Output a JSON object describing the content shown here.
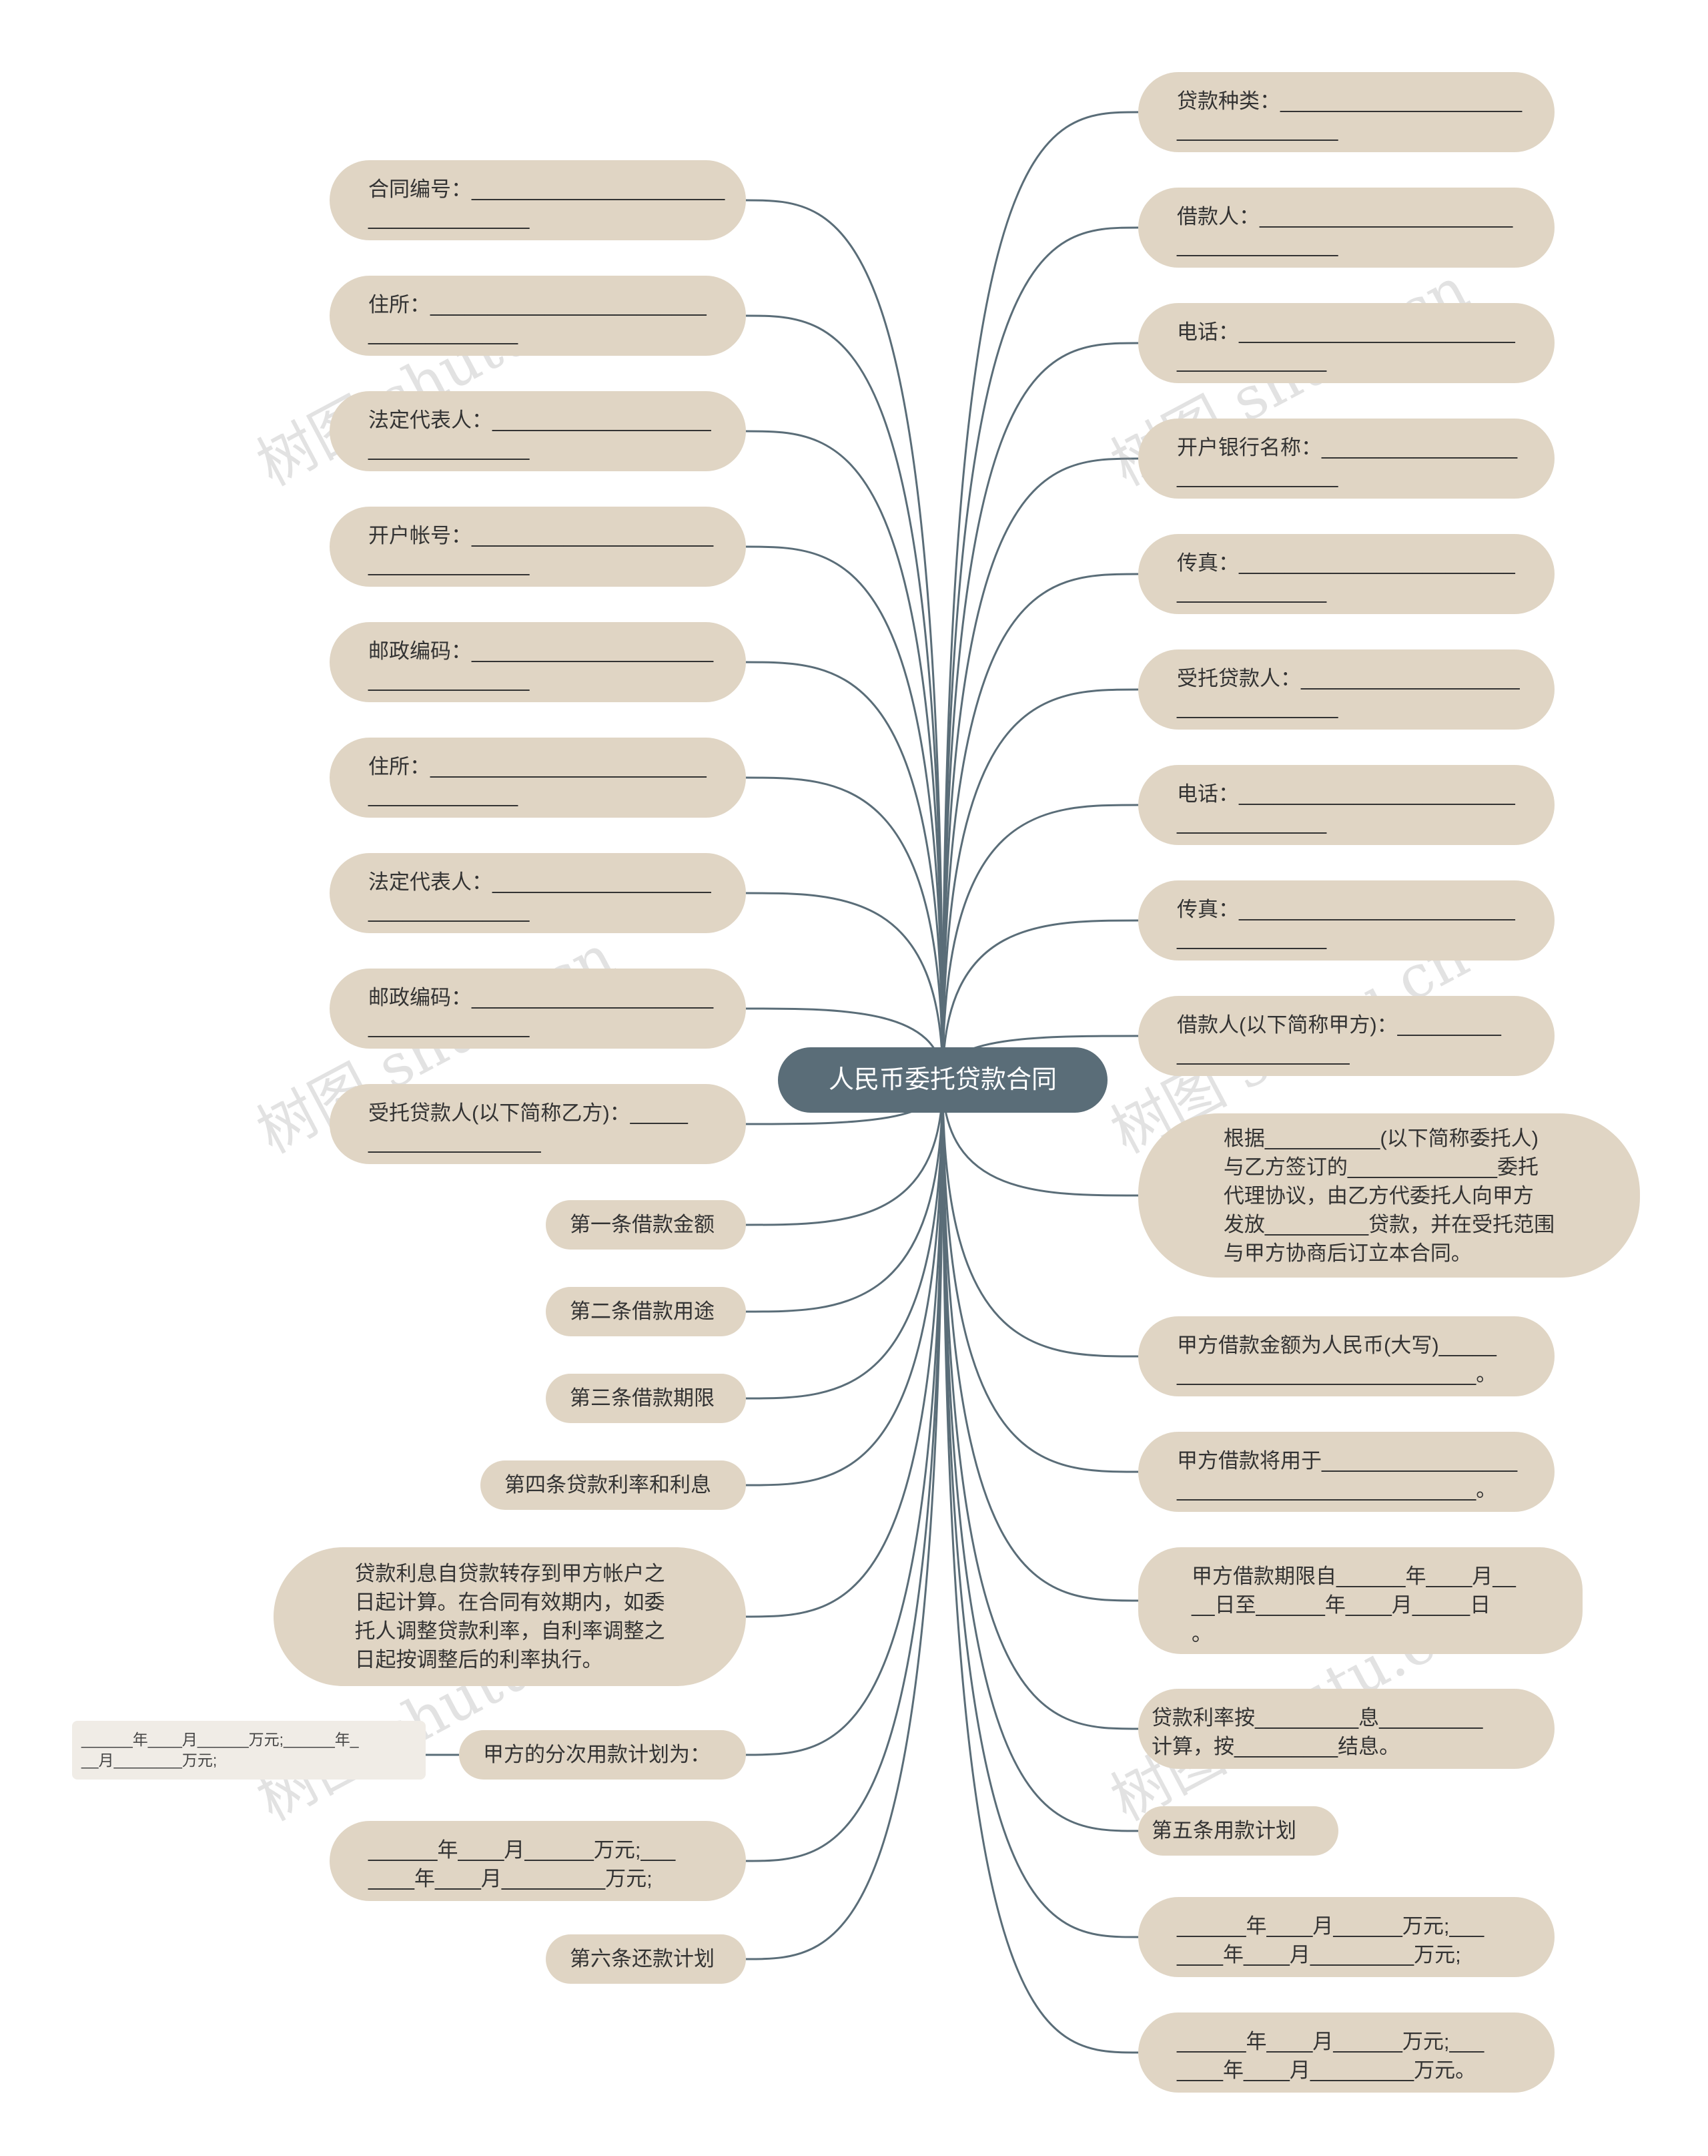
{
  "root": {
    "label": "人民币委托贷款合同"
  },
  "colors": {
    "node_bg": "#e0d5c4",
    "root_bg": "#5a6d78",
    "line": "#5a6d78",
    "sub_bg": "#f0ece6"
  },
  "left": [
    {
      "id": "l1",
      "text": "合同编号：______________________\n______________"
    },
    {
      "id": "l2",
      "text": "住所：________________________\n_____________"
    },
    {
      "id": "l3",
      "text": "法定代表人：___________________\n______________"
    },
    {
      "id": "l4",
      "text": "开户帐号：_____________________\n______________"
    },
    {
      "id": "l5",
      "text": "邮政编码：_____________________\n______________"
    },
    {
      "id": "l6",
      "text": "住所：________________________\n_____________"
    },
    {
      "id": "l7",
      "text": "法定代表人：___________________\n______________"
    },
    {
      "id": "l8",
      "text": "邮政编码：_____________________\n______________"
    },
    {
      "id": "l9",
      "text": "受托贷款人(以下简称乙方)：_____\n_______________"
    },
    {
      "id": "l10",
      "text": "第一条借款金额"
    },
    {
      "id": "l11",
      "text": "第二条借款用途"
    },
    {
      "id": "l12",
      "text": "第三条借款期限"
    },
    {
      "id": "l13",
      "text": "第四条贷款利率和利息"
    },
    {
      "id": "l14",
      "text": "贷款利息自贷款转存到甲方帐户之\n日起计算。在合同有效期内，如委\n托人调整贷款利率，自利率调整之\n日起按调整后的利率执行。"
    },
    {
      "id": "l15",
      "text": "甲方的分次用款计划为："
    },
    {
      "id": "l16",
      "text": "______年____月______万元;___\n____年____月_________万元;"
    },
    {
      "id": "l17",
      "text": "第六条还款计划"
    }
  ],
  "sub_note": "______年____月______万元;______年_\n__月________万元;",
  "right": [
    {
      "id": "r1",
      "text": "贷款种类：_____________________\n______________"
    },
    {
      "id": "r2",
      "text": "借款人：______________________\n______________"
    },
    {
      "id": "r3",
      "text": "电话：________________________\n_____________"
    },
    {
      "id": "r4",
      "text": "开户银行名称：_________________\n______________"
    },
    {
      "id": "r5",
      "text": "传真：________________________\n_____________"
    },
    {
      "id": "r6",
      "text": "受托贷款人：___________________\n______________"
    },
    {
      "id": "r7",
      "text": "电话：________________________\n_____________"
    },
    {
      "id": "r8",
      "text": "传真：________________________\n_____________"
    },
    {
      "id": "r9",
      "text": "借款人(以下简称甲方)：_________\n_______________"
    },
    {
      "id": "r10",
      "text": "根据__________(以下简称委托人)\n与乙方签订的_____________委托\n代理协议，由乙方代委托人向甲方\n发放_________贷款，并在受托范围\n与甲方协商后订立本合同。"
    },
    {
      "id": "r11",
      "text": "甲方借款金额为人民币(大写)_____\n__________________________。"
    },
    {
      "id": "r12",
      "text": "甲方借款将用于_________________\n__________________________。"
    },
    {
      "id": "r13",
      "text": "甲方借款期限自______年____月__\n__日至______年____月_____日\n。"
    },
    {
      "id": "r14",
      "text": "贷款利率按_________息_________\n计算，按_________结息。"
    },
    {
      "id": "r15",
      "text": "第五条用款计划"
    },
    {
      "id": "r16",
      "text": "______年____月______万元;___\n____年____月_________万元;"
    },
    {
      "id": "r17",
      "text": "______年____月______万元;___\n____年____月_________万元。"
    }
  ],
  "watermark": "树图 shutu.cn"
}
